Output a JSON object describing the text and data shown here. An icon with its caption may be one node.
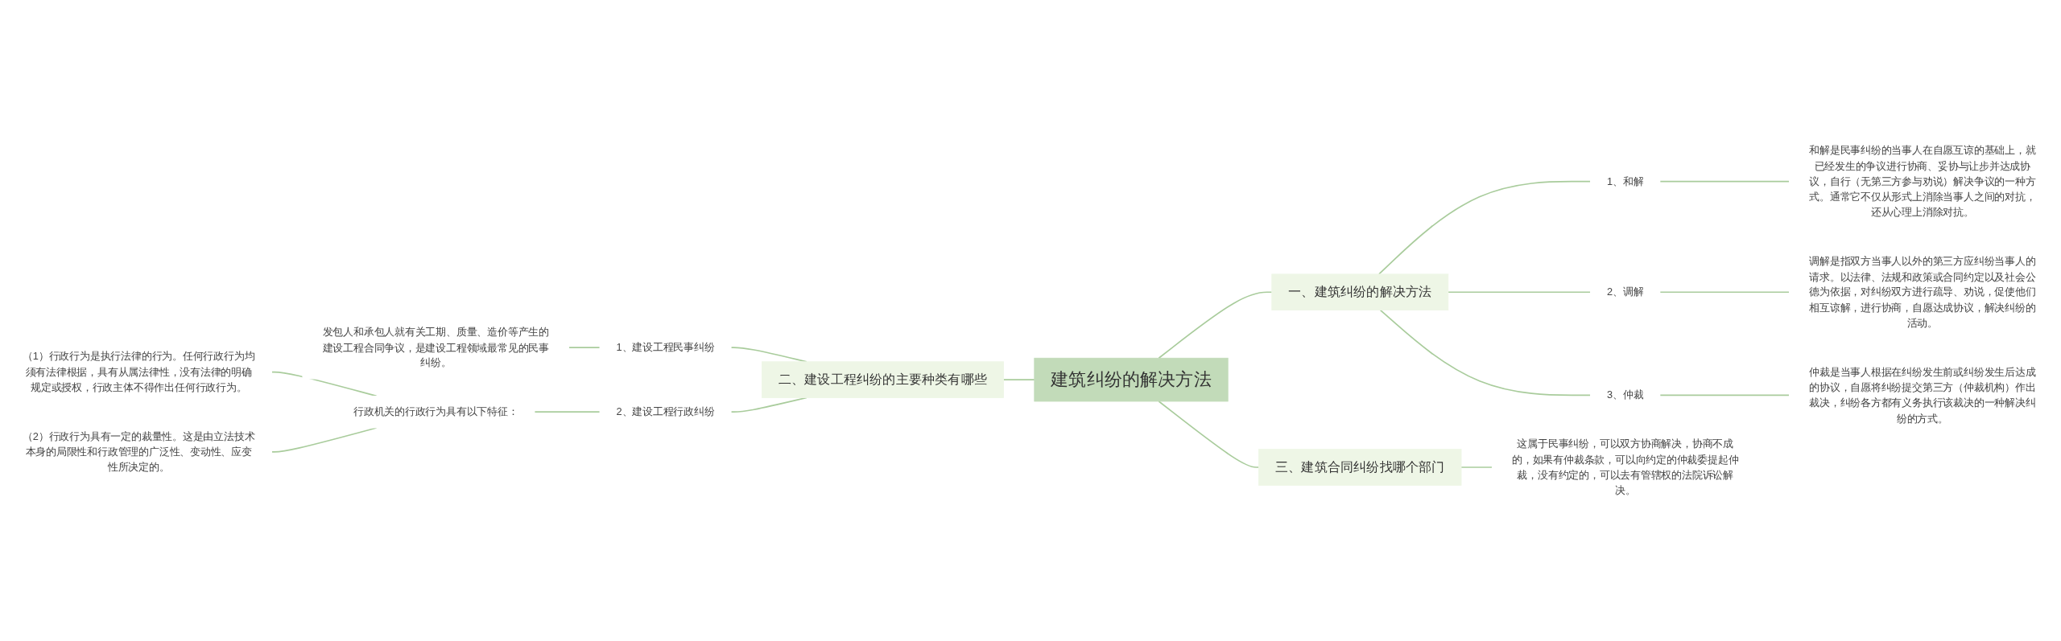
{
  "diagram": {
    "nodes": [
      {
        "text": [
          "建筑纠纷的解决方法"
        ]
      },
      {
        "text": [
          "二、建设工程纠纷的主要种类有哪些"
        ]
      },
      {
        "text": [
          "1、建设工程民事纠纷"
        ]
      },
      {
        "text": [
          "发包人和承包人就有关工期、质量、造价等产生的建设工程合同争议，是建设工程领域最常见的民事纠纷。"
        ]
      },
      {
        "text": [
          "2、建设工程行政纠纷"
        ]
      },
      {
        "text": [
          "行政机关的行政行为具有以下特征："
        ]
      },
      {
        "text": [
          "（1）行政行为是执行法律的行为。任何行政行为均须有法律根据，具有从属法律性，没有法律的明确规定或授权，行政主体不得作出任何行政行为。"
        ]
      },
      {
        "text": [
          "（2）行政行为具有一定的裁量性。这是由立法技术本身的局限性和行政管理的广泛性、变动性、应变性所决定的。"
        ]
      },
      {
        "text": [
          "一、建筑纠纷的解决方法"
        ]
      },
      {
        "text": [
          "1、和解"
        ]
      },
      {
        "text": [
          "和解是民事纠纷的当事人在自愿互谅的基础上，就已经发生的争议进行协商、妥协与让步并达成协议，自行（无第三方参与劝说）解决争议的一种方式。通常它不仅从形式上消除当事人之间的对抗，还从心理上消除对抗。"
        ]
      },
      {
        "text": [
          "2、调解"
        ]
      },
      {
        "text": [
          "调解是指双方当事人以外的第三方应纠纷当事人的请求。以法律、法规和政策或合同约定以及社会公德为依据，对纠纷双方进行疏导、劝说，促使他们相互谅解，进行协商，自愿达成协议，解决纠纷的活动。"
        ]
      },
      {
        "text": [
          "3、仲裁"
        ]
      },
      {
        "text": [
          "仲裁是当事人根据在纠纷发生前或纠纷发生后达成的协议，自愿将纠纷提交第三方（仲裁机构）作出裁决，纠纷各方都有义务执行该裁决的一种解决纠纷的方式。"
        ]
      },
      {
        "text": [
          "三、建筑合同纠纷找哪个部门"
        ]
      },
      {
        "text": [
          "这属于民事纠纷，可以双方协商解决，协商不成的，如果有仲裁条款，可以向约定的仲裁委提起仲裁，没有约定的，可以去有管辖权的法院诉讼解决。"
        ]
      }
    ],
    "edges": [
      {
        "from": 3,
        "to": 2,
        "arrow": "none"
      },
      {
        "from": 6,
        "to": 5,
        "arrow": "none"
      },
      {
        "from": 7,
        "to": 5,
        "arrow": "none"
      },
      {
        "from": 5,
        "to": 4,
        "arrow": "none"
      },
      {
        "from": 2,
        "to": 1,
        "arrow": "none"
      },
      {
        "from": 4,
        "to": 1,
        "arrow": "none"
      },
      {
        "from": 1,
        "to": 0,
        "arrow": "none"
      },
      {
        "from": 0,
        "to": 8,
        "arrow": "none"
      },
      {
        "from": 8,
        "to": 9,
        "arrow": "none"
      },
      {
        "from": 9,
        "to": 10,
        "arrow": "none"
      },
      {
        "from": 8,
        "to": 11,
        "arrow": "none"
      },
      {
        "from": 11,
        "to": 12,
        "arrow": "none"
      },
      {
        "from": 8,
        "to": 13,
        "arrow": "none"
      },
      {
        "from": 13,
        "to": 14,
        "arrow": "none"
      },
      {
        "from": 0,
        "to": 15,
        "arrow": "none"
      },
      {
        "from": 15,
        "to": 16,
        "arrow": "none"
      }
    ]
  }
}
